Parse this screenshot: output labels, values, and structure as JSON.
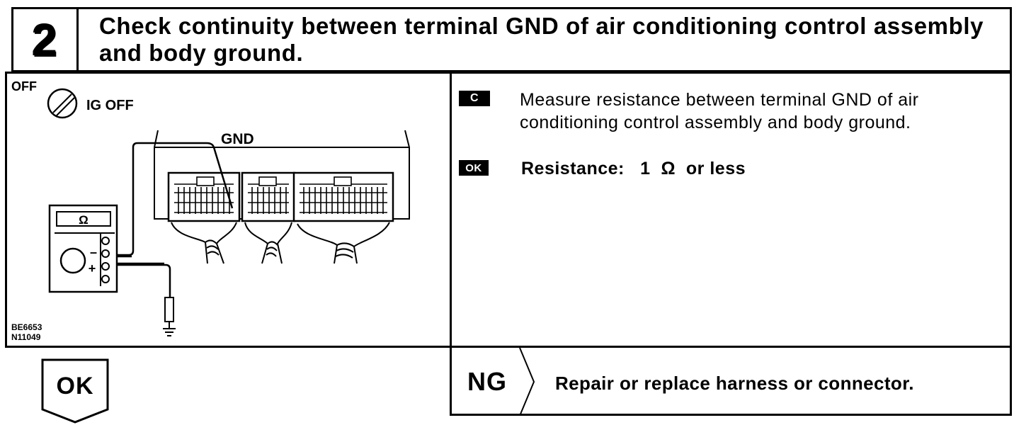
{
  "step": {
    "number": "2",
    "title": "Check continuity between terminal GND of air conditioning control assembly and body ground."
  },
  "diagram": {
    "switch_position_label": "OFF",
    "ignition_label": "IG OFF",
    "terminal_label": "GND",
    "meter_symbol": "Ω",
    "meter_minus": "–",
    "meter_plus": "+",
    "figure_code_1": "BE6653",
    "figure_code_2": "N11049"
  },
  "instructions": {
    "check_badge": "C",
    "measure_text": "Measure resistance between terminal GND of air conditioning control assembly and body ground.",
    "ok_badge": "OK",
    "resistance_spec": "Resistance:   1  Ω  or less"
  },
  "results": {
    "ok_label": "OK",
    "ng_label": "NG",
    "ng_action": "Repair or replace harness or connector."
  },
  "colors": {
    "ink": "#000000",
    "paper": "#ffffff"
  }
}
